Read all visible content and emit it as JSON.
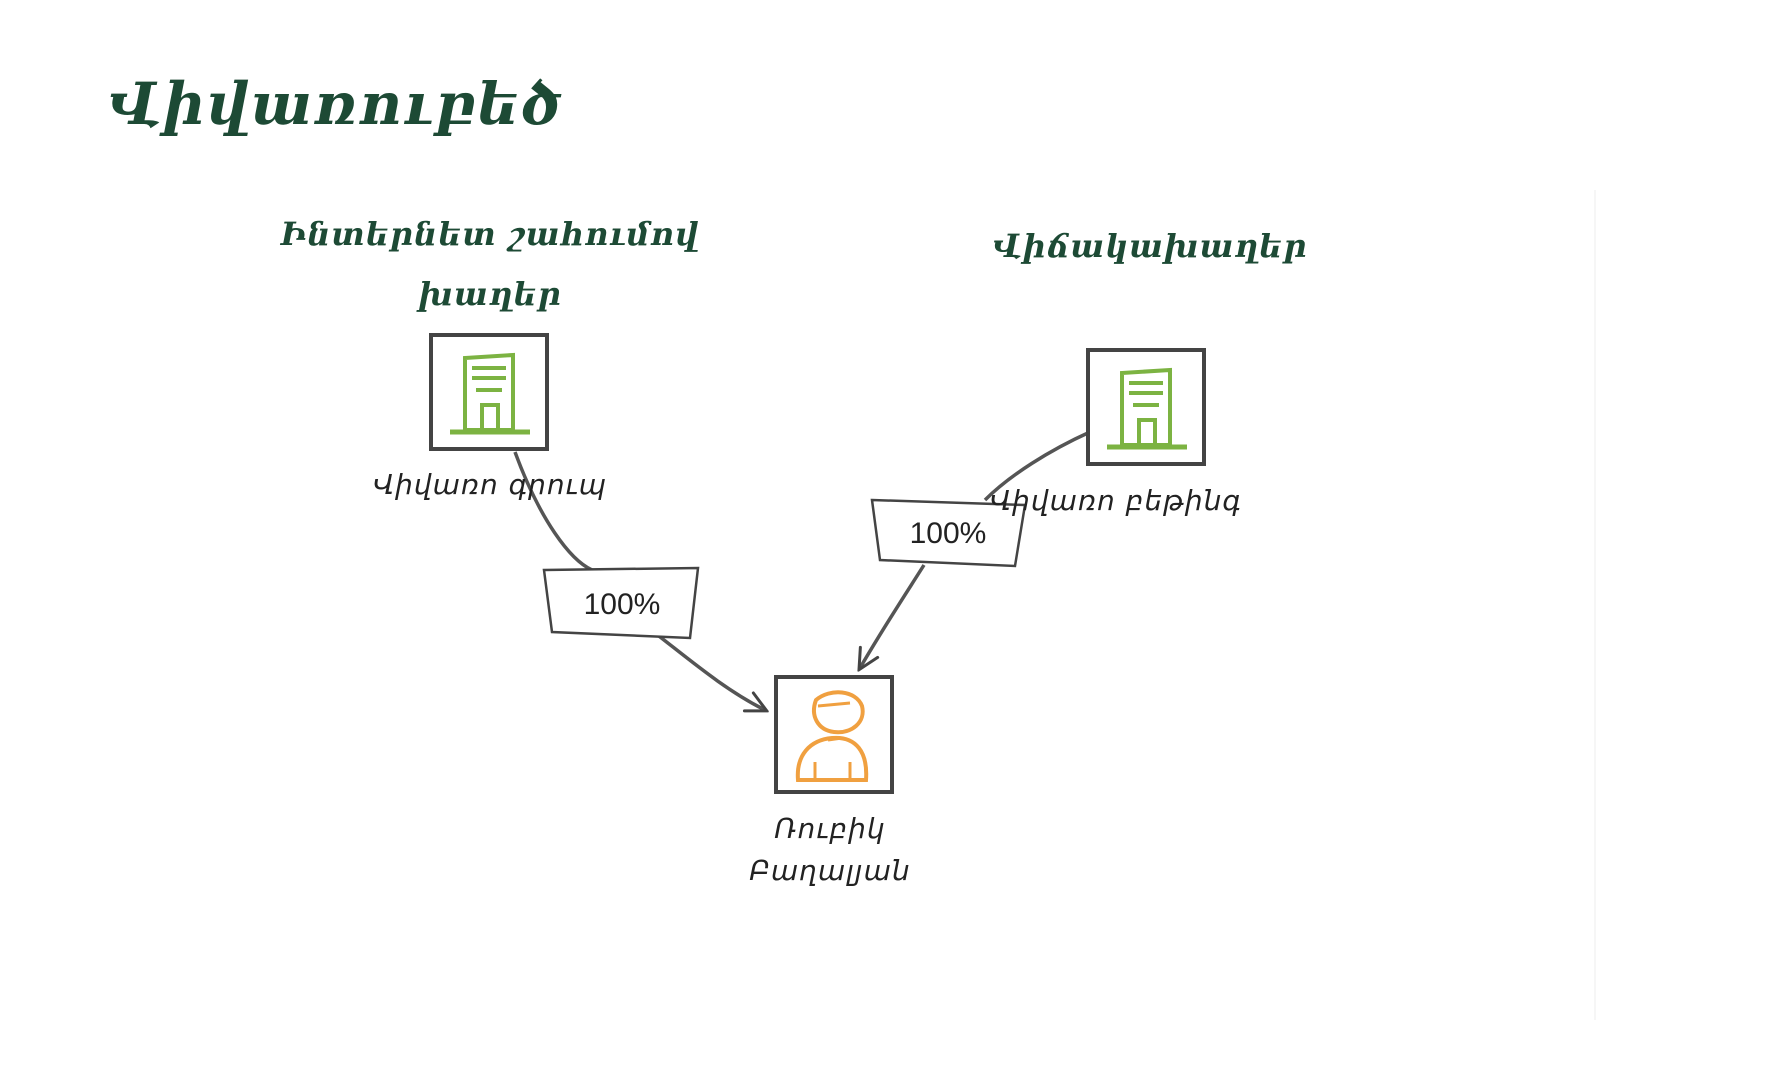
{
  "title": "Վիվառուբեծ",
  "headings": {
    "left": "Ինտերնետ շահումով խաղեր",
    "right": "Վիճակախաղեր"
  },
  "nodes": {
    "group": {
      "label": "Վիվառո գրուպ",
      "icon": "office-building-icon"
    },
    "betting": {
      "label": "Վիվառո բեթինգ",
      "icon": "office-building-icon"
    },
    "person": {
      "label": "Ռուբիկ Բաղալյան",
      "icon": "person-icon"
    }
  },
  "edges": {
    "group_to_person": "100%",
    "betting_to_person": "100%"
  },
  "colors": {
    "heading": "#1d4a35",
    "building": "#7cb342",
    "person": "#f0a040",
    "frame": "#444444"
  }
}
